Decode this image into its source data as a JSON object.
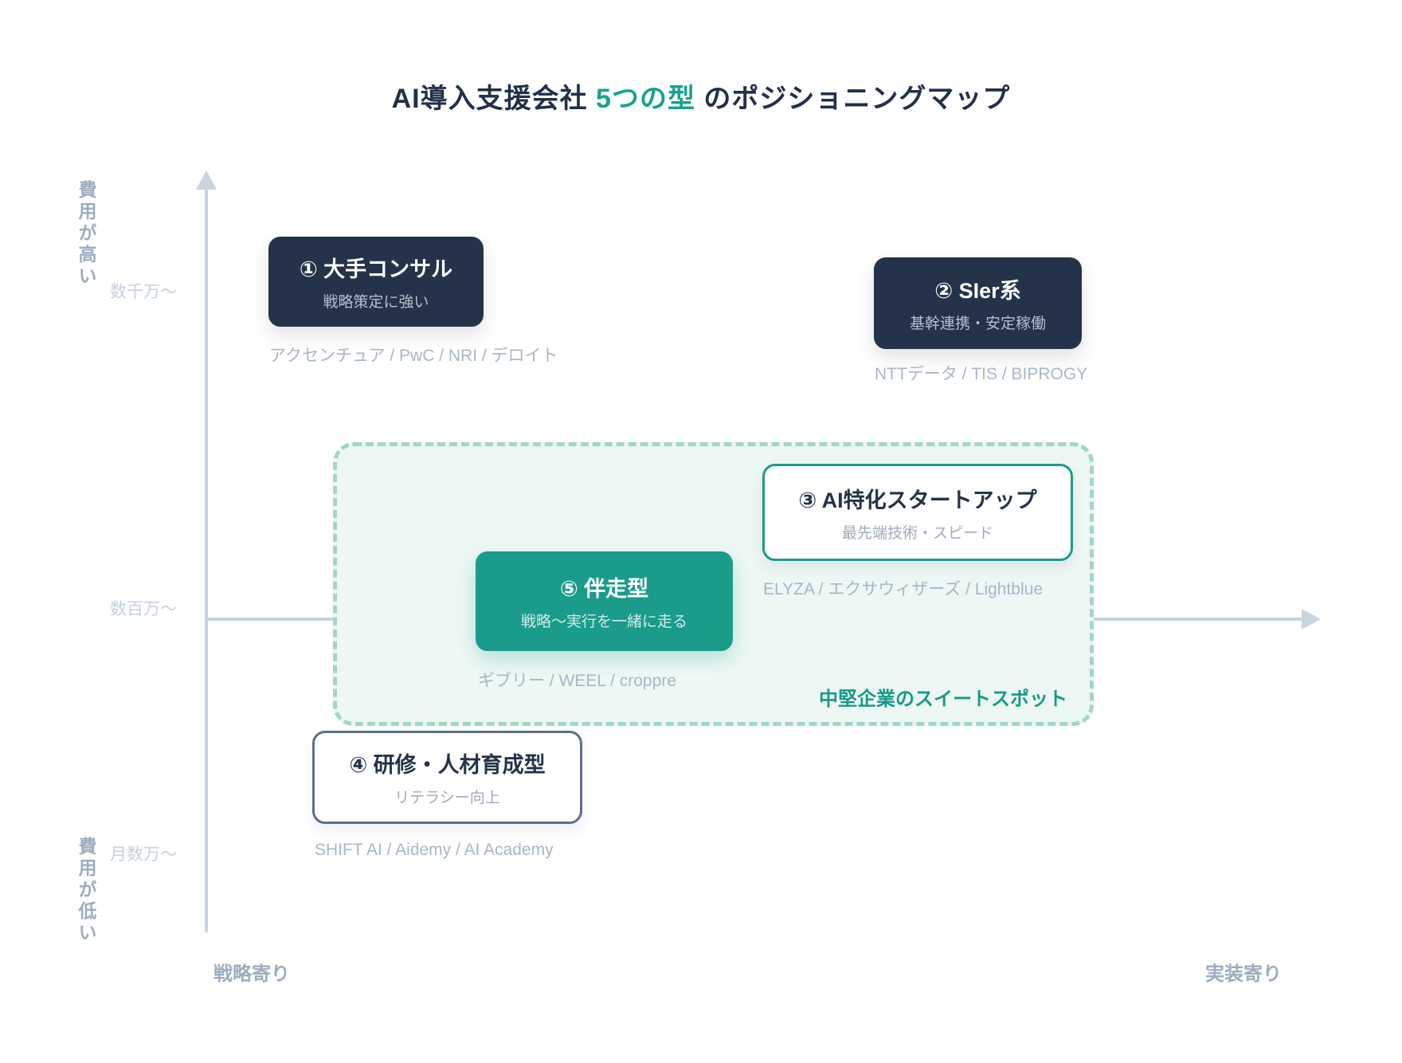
{
  "title": {
    "prefix": "AI導入支援会社 ",
    "accent": "5つの型",
    "suffix": " のポジショニングマップ"
  },
  "axes": {
    "y_top_label": "費用が高い",
    "y_bottom_label": "費用が低い",
    "x_left_label": "戦略寄り",
    "x_right_label": "実装寄り",
    "tick_high": "数千万〜",
    "tick_mid": "数百万〜",
    "tick_low": "月数万〜"
  },
  "sweet_spot": {
    "label": "中堅企業のスイートスポット"
  },
  "boxes": [
    {
      "title": "① 大手コンサル",
      "subtitle": "戦略策定に強い",
      "companies": "アクセンチュア / PwC / NRI / デロイト",
      "style": "dark"
    },
    {
      "title": "② SIer系",
      "subtitle": "基幹連携・安定稼働",
      "companies": "NTTデータ / TIS / BIPROGY",
      "style": "dark"
    },
    {
      "title": "③ AI特化スタートアップ",
      "subtitle": "最先端技術・スピード",
      "companies": "ELYZA / エクサウィザーズ / Lightblue",
      "style": "teal-outline"
    },
    {
      "title": "④ 研修・人材育成型",
      "subtitle": "リテラシー向上",
      "companies": "SHIFT AI / Aidemy / AI Academy",
      "style": "slate-outline"
    },
    {
      "title": "⑤ 伴走型",
      "subtitle": "戦略〜実行を一緒に走る",
      "companies": "ギブリー / WEEL / croppre",
      "style": "teal-fill"
    }
  ],
  "colors": {
    "navy": "#243349",
    "teal": "#1b9c8b",
    "teal_text": "#17a28e",
    "axis": "#c9d4e1",
    "axis_label": "#9dacc0",
    "tick_label": "#c5d0df",
    "company_text": "#a9b6c9",
    "sweet_spot_bg": "#edf7f4",
    "sweet_spot_border": "#a0d6cc"
  }
}
